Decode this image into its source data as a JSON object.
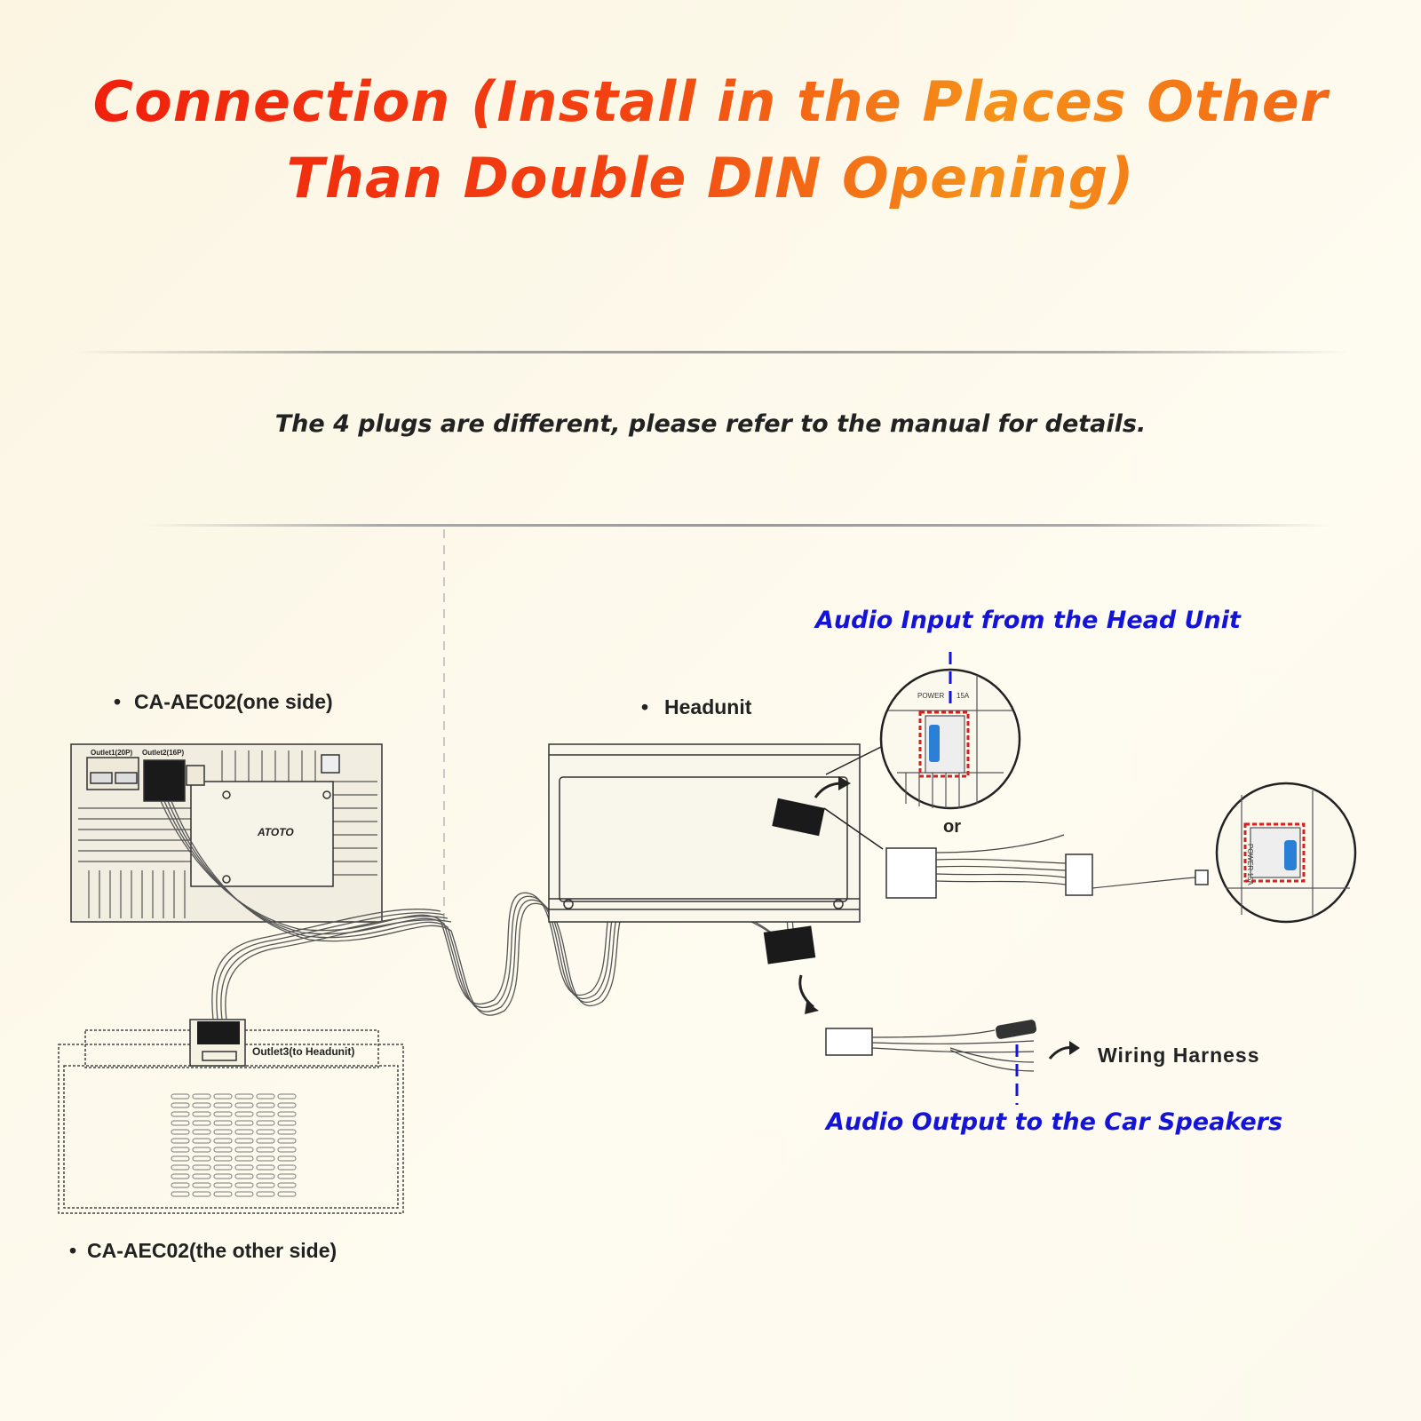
{
  "title": {
    "line1": "Connection (Install in the Places Other",
    "line2": "Than Double DIN Opening)"
  },
  "note": "The 4 plugs are different, please refer to the manual for details.",
  "labels": {
    "one_side": "CA-AEC02(one side)",
    "other_side": "CA-AEC02(the other side)",
    "headunit": "Headunit",
    "wiring_harness": "Wiring Harness",
    "or": "or",
    "outlet1": "Outlet1(20P)",
    "outlet2": "Outlet2(16P)",
    "outlet3": "Outlet3(to Headunit)",
    "brand": "ATOTO",
    "power": "POWER",
    "fuse": "15A",
    "power_vertical": "POWER 15A"
  },
  "callouts": {
    "audio_input": "Audio Input from the Head Unit",
    "audio_output": "Audio Output to the Car Speakers"
  },
  "colors": {
    "title_red": "#f01a0c",
    "title_orange": "#f5921a",
    "callout_blue": "#1414d8",
    "highlight_red": "#d42020",
    "socket_blue": "#2a7fd6"
  }
}
